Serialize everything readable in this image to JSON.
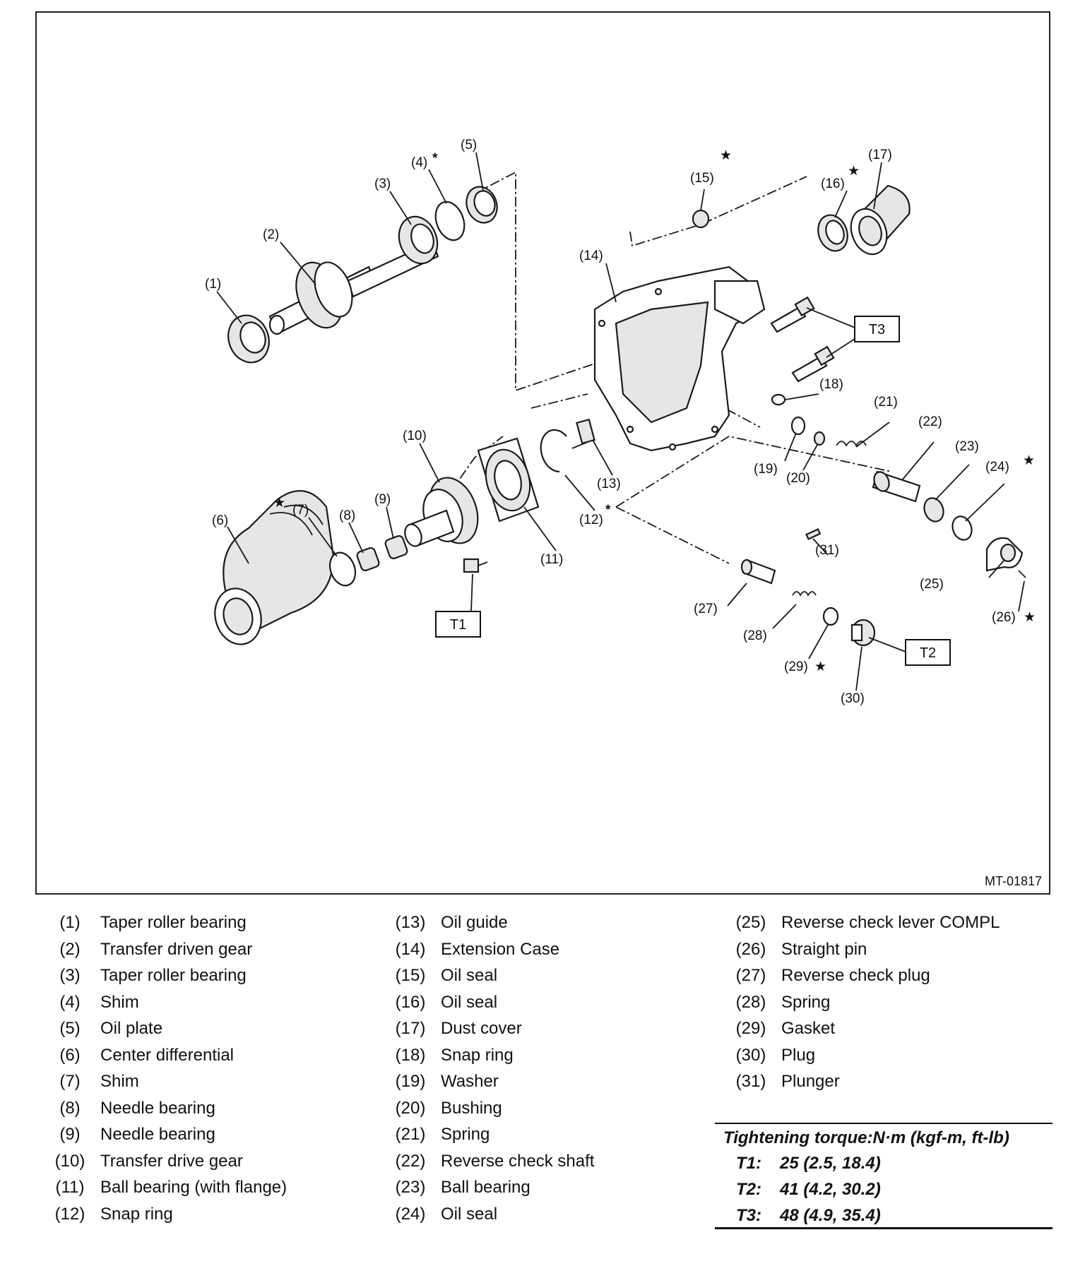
{
  "figure_code": "MT-01817",
  "callouts": {
    "c1": "(1)",
    "c2": "(2)",
    "c3": "(3)",
    "c4": "(4)",
    "c5": "(5)",
    "c6": "(6)",
    "c7": "(7)",
    "c8": "(8)",
    "c9": "(9)",
    "c10": "(10)",
    "c11": "(11)",
    "c12": "(12)",
    "c13": "(13)",
    "c14": "(14)",
    "c15": "(15)",
    "c16": "(16)",
    "c17": "(17)",
    "c18": "(18)",
    "c19": "(19)",
    "c20": "(20)",
    "c21": "(21)",
    "c22": "(22)",
    "c23": "(23)",
    "c24": "(24)",
    "c25": "(25)",
    "c26": "(26)",
    "c27": "(27)",
    "c28": "(28)",
    "c29": "(29)",
    "c30": "(30)",
    "c31": "(31)"
  },
  "torque_labels": {
    "t1": "T1",
    "t2": "T2",
    "t3": "T3"
  },
  "marks": {
    "asterisk": "*",
    "star": "★"
  },
  "legend": {
    "col1": [
      {
        "num": "(1)",
        "name": "Taper roller bearing"
      },
      {
        "num": "(2)",
        "name": "Transfer driven gear"
      },
      {
        "num": "(3)",
        "name": "Taper roller bearing"
      },
      {
        "num": "(4)",
        "name": "Shim"
      },
      {
        "num": "(5)",
        "name": "Oil plate"
      },
      {
        "num": "(6)",
        "name": "Center differential"
      },
      {
        "num": "(7)",
        "name": "Shim"
      },
      {
        "num": "(8)",
        "name": "Needle bearing"
      },
      {
        "num": "(9)",
        "name": "Needle bearing"
      },
      {
        "num": "(10)",
        "name": "Transfer drive gear"
      },
      {
        "num": "(11)",
        "name": "Ball bearing (with flange)"
      },
      {
        "num": "(12)",
        "name": "Snap ring"
      }
    ],
    "col2": [
      {
        "num": "(13)",
        "name": "Oil guide"
      },
      {
        "num": "(14)",
        "name": "Extension Case"
      },
      {
        "num": "(15)",
        "name": "Oil seal"
      },
      {
        "num": "(16)",
        "name": "Oil seal"
      },
      {
        "num": "(17)",
        "name": "Dust cover"
      },
      {
        "num": "(18)",
        "name": "Snap ring"
      },
      {
        "num": "(19)",
        "name": "Washer"
      },
      {
        "num": "(20)",
        "name": "Bushing"
      },
      {
        "num": "(21)",
        "name": "Spring"
      },
      {
        "num": "(22)",
        "name": "Reverse check shaft"
      },
      {
        "num": "(23)",
        "name": "Ball bearing"
      },
      {
        "num": "(24)",
        "name": "Oil seal"
      }
    ],
    "col3": [
      {
        "num": "(25)",
        "name": "Reverse check lever COMPL"
      },
      {
        "num": "(26)",
        "name": "Straight pin"
      },
      {
        "num": "(27)",
        "name": "Reverse check plug"
      },
      {
        "num": "(28)",
        "name": "Spring"
      },
      {
        "num": "(29)",
        "name": "Gasket"
      },
      {
        "num": "(30)",
        "name": "Plug"
      },
      {
        "num": "(31)",
        "name": "Plunger"
      }
    ]
  },
  "torque": {
    "heading": "Tightening torque:N·m (kgf-m, ft-lb)",
    "rows": [
      {
        "key": "T1:",
        "value": "25 (2.5, 18.4)"
      },
      {
        "key": "T2:",
        "value": "41 (4.2, 30.2)"
      },
      {
        "key": "T3:",
        "value": "48 (4.9, 35.4)"
      }
    ]
  }
}
